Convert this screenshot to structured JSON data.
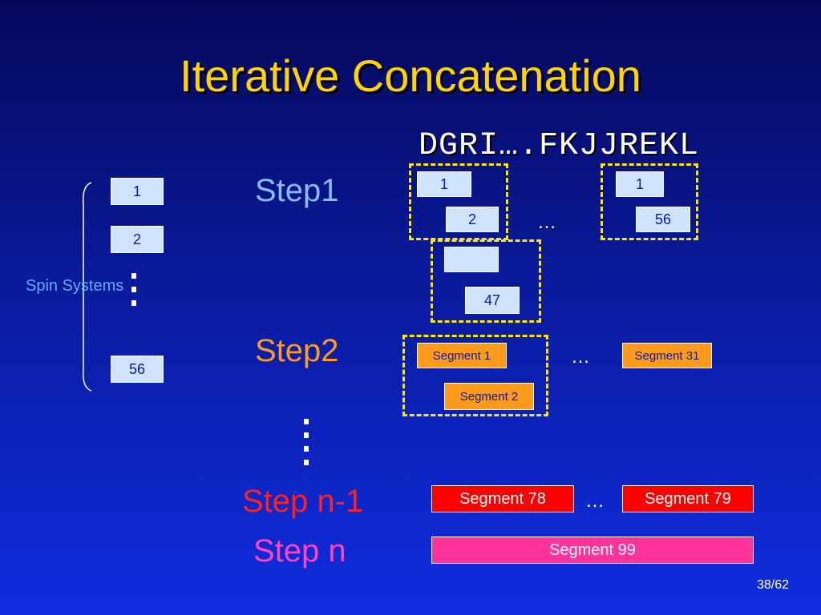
{
  "title": "Iterative Concatenation",
  "sequence": "DGRI….FKJJREKL",
  "spin_systems": {
    "label": "Spin Systems",
    "items": [
      "1",
      "2",
      "56"
    ]
  },
  "steps": {
    "step1": {
      "label": "Step1",
      "color": "#88bbff",
      "group_a": [
        "1",
        "2"
      ],
      "group_b": [
        "",
        "47"
      ],
      "group_c": [
        "1",
        "56"
      ],
      "ellipsis": "…"
    },
    "step2": {
      "label": "Step2",
      "color": "#ff9a1a",
      "segments": [
        "Segment 1",
        "Segment 2"
      ],
      "right_segment": "Segment 31",
      "ellipsis": "…"
    },
    "step_n_minus_1": {
      "label": "Step n-1",
      "color": "#ff2020",
      "segments": [
        "Segment 78",
        "Segment 79"
      ],
      "ellipsis": "…"
    },
    "step_n": {
      "label": "Step n",
      "color": "#ff44bb",
      "segment": "Segment 99"
    }
  },
  "page_number": "38/62",
  "colors": {
    "title": "#ffd400",
    "dashed_border": "#ffe800",
    "spin_box": "#cfe3ff"
  }
}
